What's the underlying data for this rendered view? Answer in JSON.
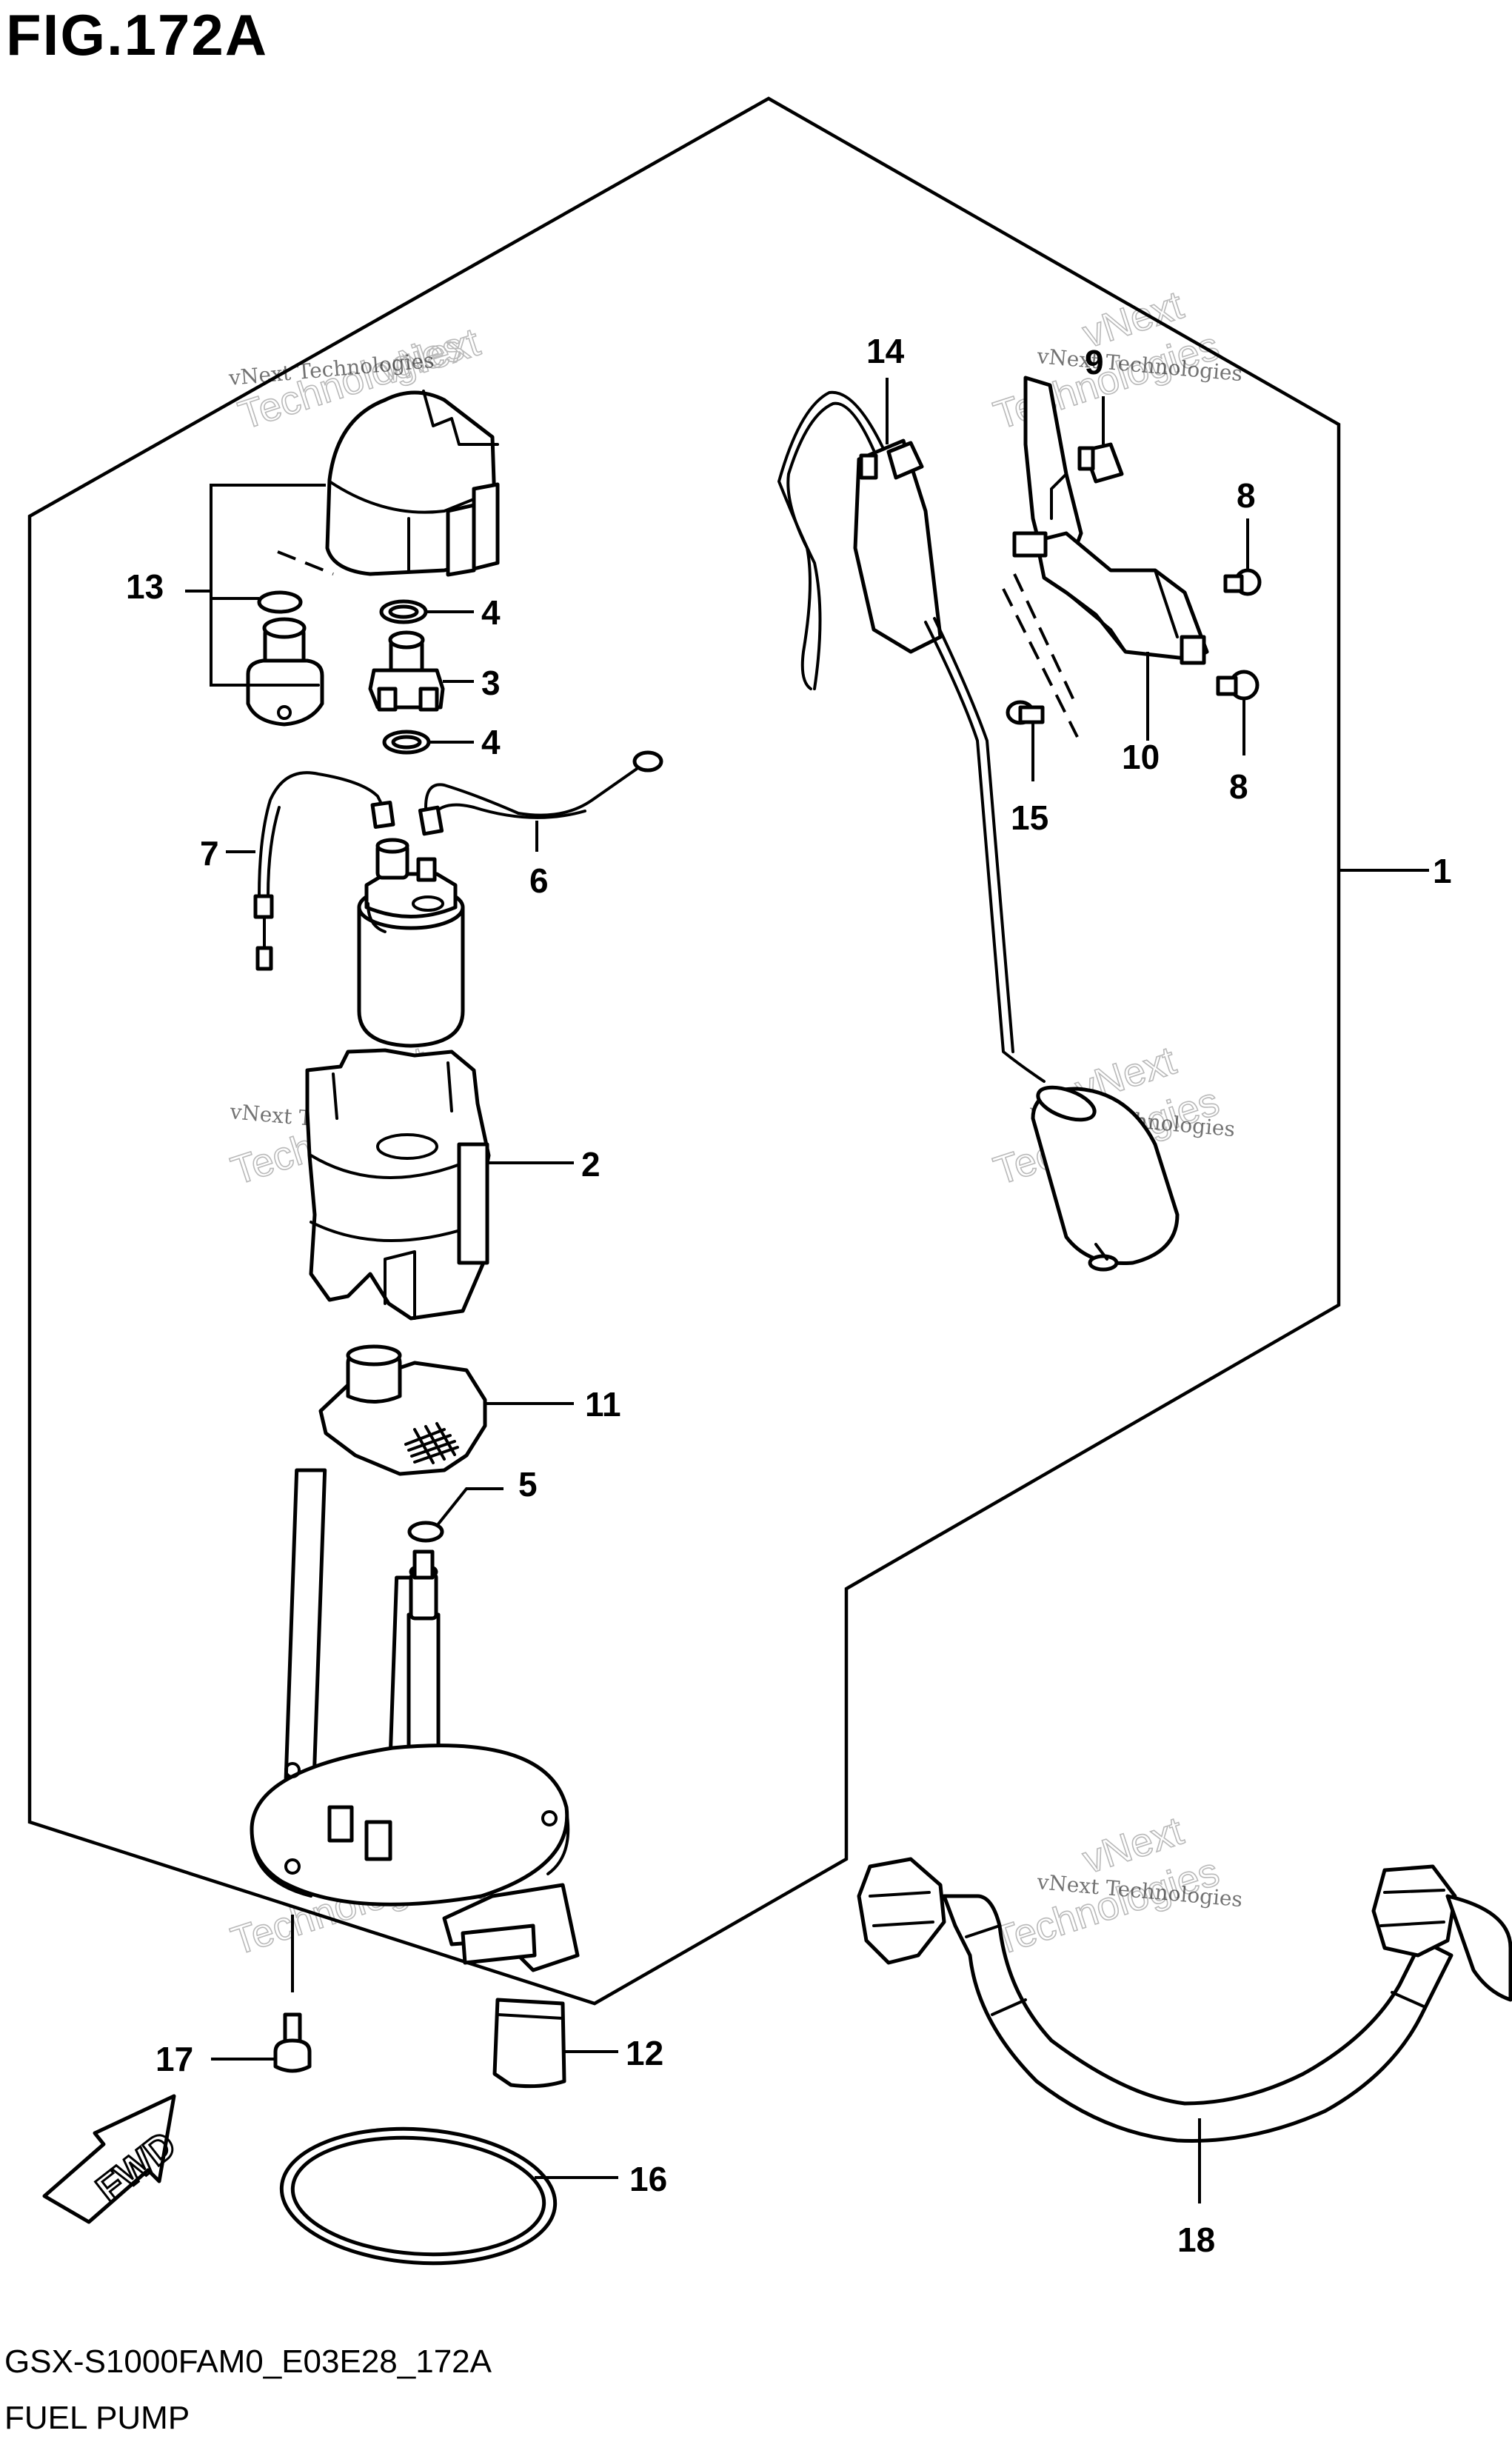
{
  "figure": {
    "title": "FIG.172A",
    "drawing_code": "GSX-S1000FAM0_E03E28_172A",
    "part_name": "FUEL PUMP",
    "direction_label": "FWD"
  },
  "watermark": {
    "small_text": "vNext Technologies",
    "big_word_1": "vNext",
    "big_word_2": "Technologies"
  },
  "callouts": [
    {
      "id": "c1",
      "label": "1",
      "part": "fuel-pump-assembly"
    },
    {
      "id": "c2",
      "label": "2",
      "part": "pump-case"
    },
    {
      "id": "c3",
      "label": "3",
      "part": "valve-fitting"
    },
    {
      "id": "c4a",
      "label": "4",
      "part": "o-ring-upper"
    },
    {
      "id": "c4b",
      "label": "4",
      "part": "o-ring-lower"
    },
    {
      "id": "c5",
      "label": "5",
      "part": "o-ring-small"
    },
    {
      "id": "c6",
      "label": "6",
      "part": "lead-wire-right"
    },
    {
      "id": "c7",
      "label": "7",
      "part": "lead-wire-left"
    },
    {
      "id": "c8a",
      "label": "8",
      "part": "screw-upper"
    },
    {
      "id": "c8b",
      "label": "8",
      "part": "screw-lower"
    },
    {
      "id": "c9",
      "label": "9",
      "part": "clip"
    },
    {
      "id": "c10",
      "label": "10",
      "part": "bracket"
    },
    {
      "id": "c11",
      "label": "11",
      "part": "filter"
    },
    {
      "id": "c12",
      "label": "12",
      "part": "cushion"
    },
    {
      "id": "c13",
      "label": "13",
      "part": "pressure-regulator-set"
    },
    {
      "id": "c14",
      "label": "14",
      "part": "fuel-level-gauge"
    },
    {
      "id": "c15",
      "label": "15",
      "part": "screw-gauge"
    },
    {
      "id": "c16",
      "label": "16",
      "part": "gasket-ring"
    },
    {
      "id": "c17",
      "label": "17",
      "part": "bolt"
    },
    {
      "id": "c18",
      "label": "18",
      "part": "fuel-hose"
    }
  ]
}
